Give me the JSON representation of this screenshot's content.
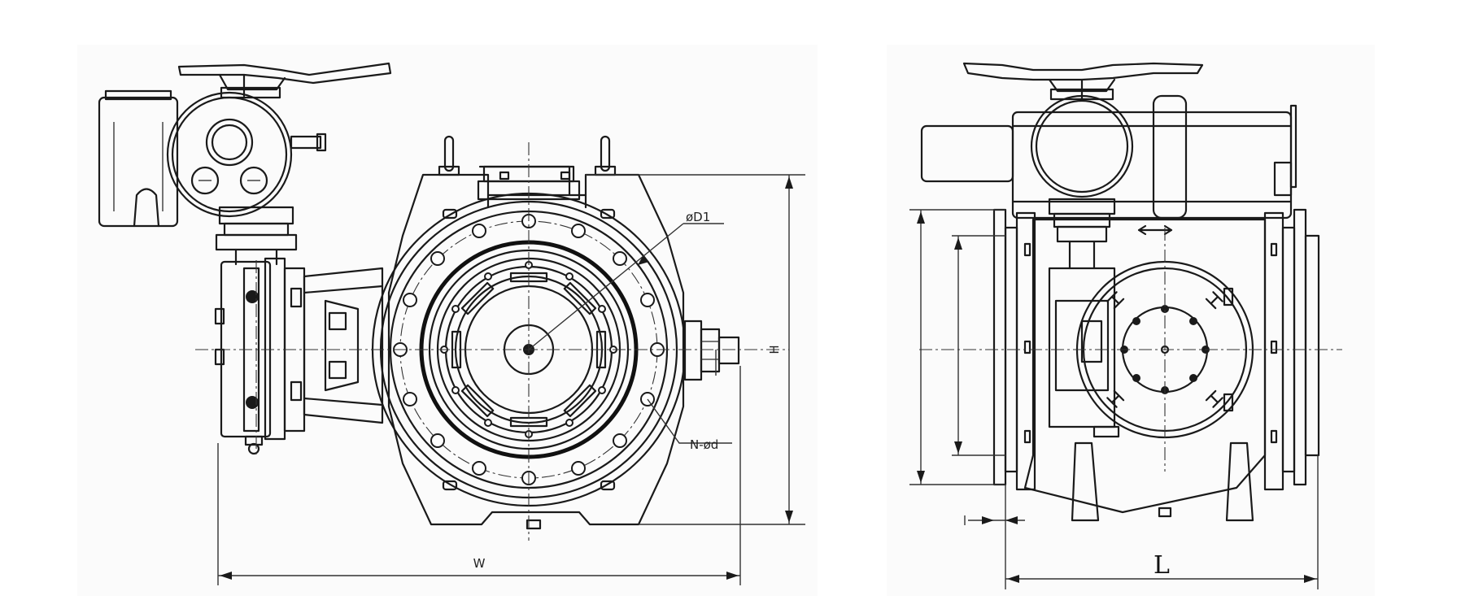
{
  "labels": {
    "flange_circle_diameter": "øD1",
    "height": "H",
    "bolt_holes": "N-ød",
    "width": "W",
    "length": "L"
  },
  "colors": {
    "line": "#1a1a1a",
    "background": "#ffffff"
  }
}
